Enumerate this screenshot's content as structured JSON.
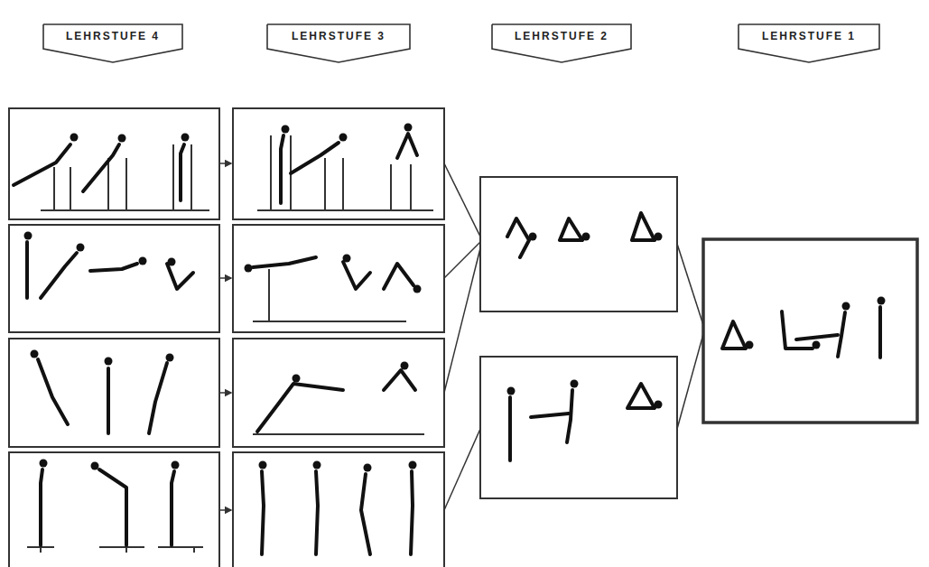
{
  "diagram": {
    "nodes": [
      {
        "text": [
          "LEHRSTUFE 4"
        ]
      },
      {
        "text": [
          "LEHRSTUFE 3"
        ]
      },
      {
        "text": [
          "LEHRSTUFE 2"
        ]
      },
      {
        "text": [
          "LEHRSTUFE 1"
        ]
      }
    ]
  }
}
